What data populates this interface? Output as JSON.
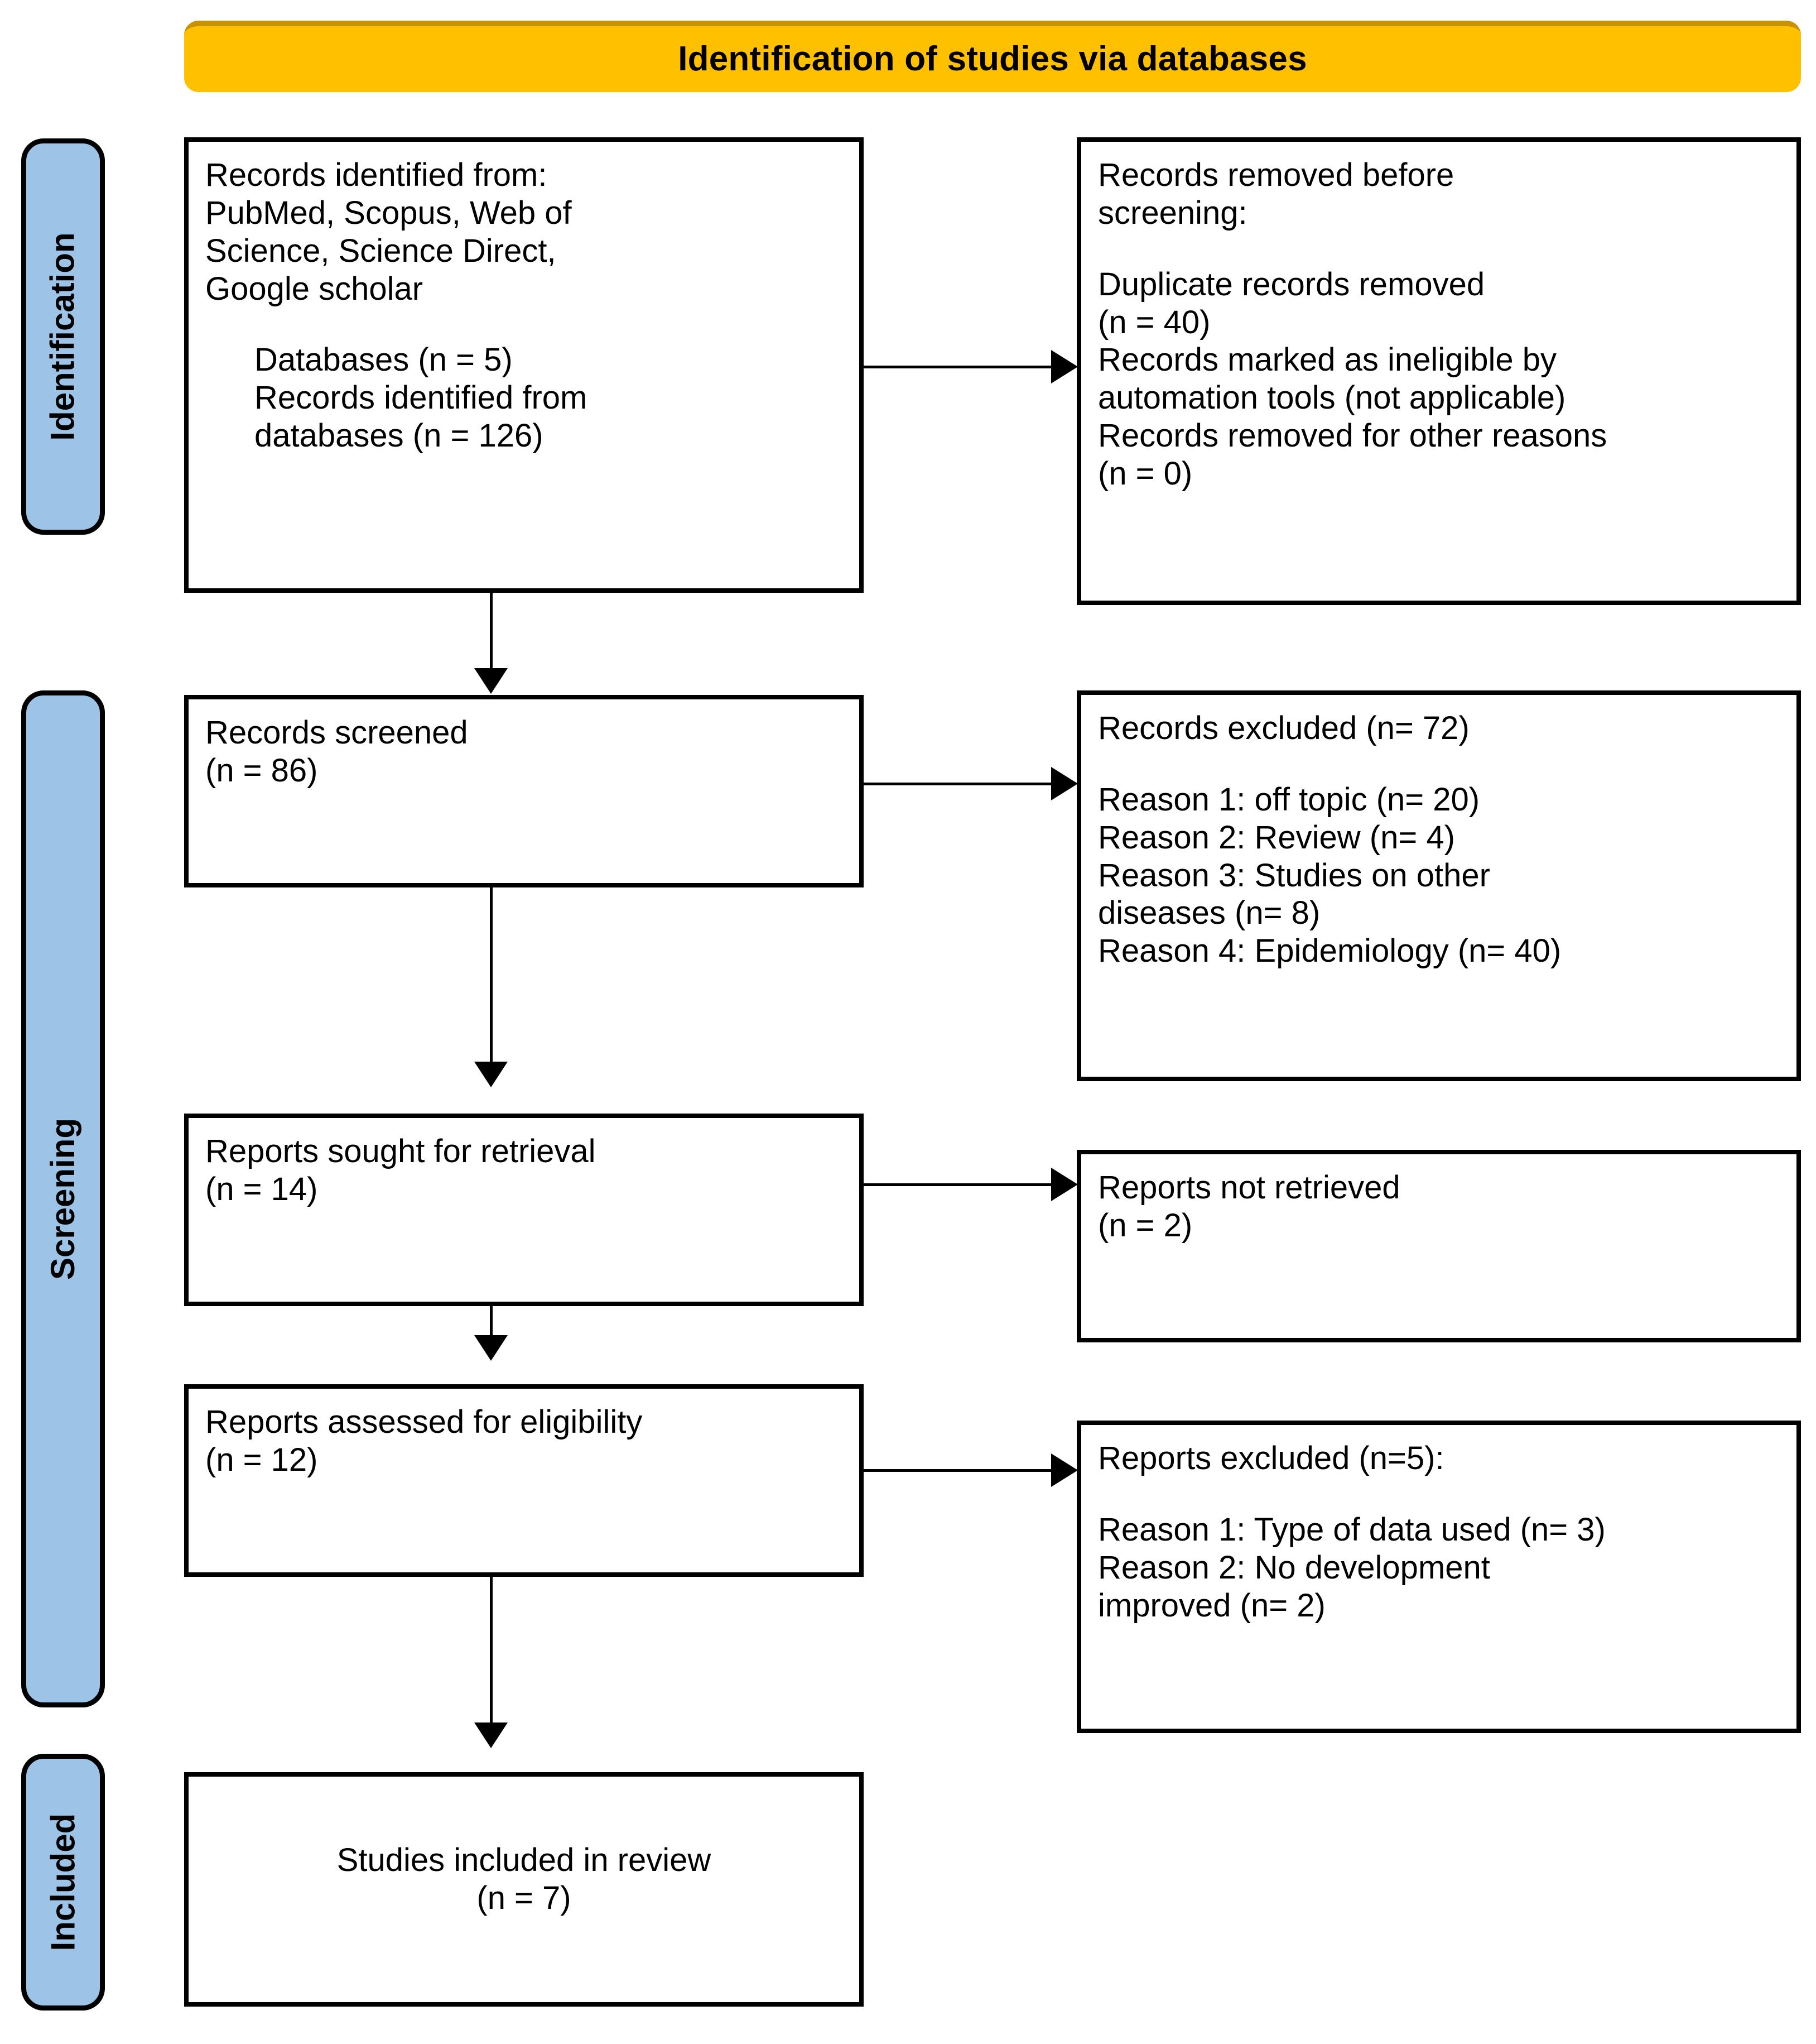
{
  "banner": {
    "title": "Identification of studies via databases",
    "fill": "#FFC000"
  },
  "phases": {
    "identification": "Identification",
    "screening": "Screening",
    "included": "Included",
    "fill": "#9DC3E6"
  },
  "boxes": {
    "identified": {
      "line1": "Records identified from:",
      "line2": "PubMed, Scopus, Web of",
      "line3": "Science, Science Direct,",
      "line4": "Google scholar",
      "line5": "Databases (n = 5)",
      "line6": "Records identified from",
      "line7": "databases (n = 126)"
    },
    "removed": {
      "line1": "Records removed before",
      "line2": "screening:",
      "line3": "Duplicate records removed",
      "line4": "(n = 40)",
      "line5": "Records marked as ineligible by",
      "line6": "automation tools (not applicable)",
      "line7": "Records removed for other reasons",
      "line8": "(n = 0)"
    },
    "screened": {
      "line1": "Records screened",
      "line2": "(n = 86)"
    },
    "records_excluded": {
      "line1": "Records excluded (n= 72)",
      "line2": "Reason 1: off topic (n= 20)",
      "line3": "Reason 2: Review (n= 4)",
      "line4": "Reason 3: Studies on other",
      "line5": "diseases (n= 8)",
      "line6": "Reason 4: Epidemiology (n= 40)"
    },
    "sought": {
      "line1": "Reports sought for retrieval",
      "line2": "(n = 14)"
    },
    "not_retrieved": {
      "line1": "Reports not retrieved",
      "line2": "(n = 2)"
    },
    "assessed": {
      "line1": "Reports assessed for eligibility",
      "line2": "(n = 12)"
    },
    "reports_excluded": {
      "line1": "Reports excluded (n=5):",
      "line2": "Reason 1: Type of data used (n= 3)",
      "line3": "Reason 2: No development",
      "line4": "improved (n= 2)"
    },
    "included": {
      "line1": "Studies included in review",
      "line2": "(n = 7)"
    }
  },
  "chart_data": {
    "type": "diagram",
    "title": "Identification of studies via databases",
    "flow": "PRISMA 2020 flow diagram",
    "nodes": [
      {
        "id": "identified",
        "phase": "Identification",
        "label": "Records identified from databases",
        "n": 126,
        "databases": 5
      },
      {
        "id": "removed",
        "phase": "Identification",
        "label": "Records removed before screening",
        "duplicates": 40,
        "ineligible_by_automation": "not applicable",
        "other_reasons": 0
      },
      {
        "id": "screened",
        "phase": "Screening",
        "label": "Records screened",
        "n": 86
      },
      {
        "id": "records_excluded",
        "phase": "Screening",
        "label": "Records excluded",
        "n": 72,
        "reasons": [
          {
            "name": "off topic",
            "n": 20
          },
          {
            "name": "Review",
            "n": 4
          },
          {
            "name": "Studies on other diseases",
            "n": 8
          },
          {
            "name": "Epidemiology",
            "n": 40
          }
        ]
      },
      {
        "id": "sought",
        "phase": "Screening",
        "label": "Reports sought for retrieval",
        "n": 14
      },
      {
        "id": "not_retrieved",
        "phase": "Screening",
        "label": "Reports not retrieved",
        "n": 2
      },
      {
        "id": "assessed",
        "phase": "Screening",
        "label": "Reports assessed for eligibility",
        "n": 12
      },
      {
        "id": "reports_excluded",
        "phase": "Screening",
        "label": "Reports excluded",
        "n": 5,
        "reasons": [
          {
            "name": "Type of data used",
            "n": 3
          },
          {
            "name": "No development improved",
            "n": 2
          }
        ]
      },
      {
        "id": "included",
        "phase": "Included",
        "label": "Studies included in review",
        "n": 7
      }
    ],
    "edges": [
      {
        "from": "identified",
        "to": "removed",
        "direction": "right"
      },
      {
        "from": "identified",
        "to": "screened",
        "direction": "down"
      },
      {
        "from": "screened",
        "to": "records_excluded",
        "direction": "right"
      },
      {
        "from": "screened",
        "to": "sought",
        "direction": "down"
      },
      {
        "from": "sought",
        "to": "not_retrieved",
        "direction": "right"
      },
      {
        "from": "sought",
        "to": "assessed",
        "direction": "down"
      },
      {
        "from": "assessed",
        "to": "reports_excluded",
        "direction": "right"
      },
      {
        "from": "assessed",
        "to": "included",
        "direction": "down"
      }
    ]
  }
}
